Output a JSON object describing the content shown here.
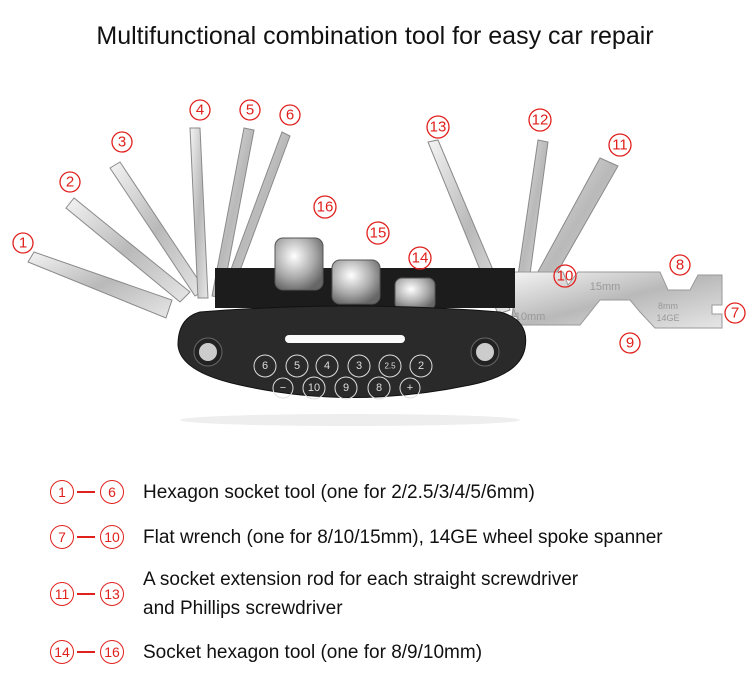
{
  "title": "Multifunctional combination tool for easy car repair",
  "callouts": [
    "1",
    "2",
    "3",
    "4",
    "5",
    "6",
    "7",
    "8",
    "9",
    "10",
    "11",
    "12",
    "13",
    "14",
    "15",
    "16"
  ],
  "tool_markings": {
    "hex_sizes": [
      "6",
      "5",
      "4",
      "3",
      "2.5",
      "2"
    ],
    "socket_sizes": [
      "10",
      "9",
      "8"
    ],
    "minus": "−",
    "plus": "+",
    "wrench_15": "15mm",
    "wrench_10": "10mm",
    "wrench_8": "8mm",
    "wrench_ge": "14GE"
  },
  "legend": [
    {
      "from": "1",
      "to": "6",
      "text": "Hexagon socket tool (one for 2/2.5/3/4/5/6mm)"
    },
    {
      "from": "7",
      "to": "10",
      "text": "Flat wrench (one for 8/10/15mm), 14GE wheel spoke spanner"
    },
    {
      "from": "11",
      "to": "13",
      "text": "A socket extension rod for each straight screwdriver",
      "text2": "and Phillips screwdriver"
    },
    {
      "from": "14",
      "to": "16",
      "text": "Socket hexagon tool (one for 8/9/10mm)"
    }
  ]
}
